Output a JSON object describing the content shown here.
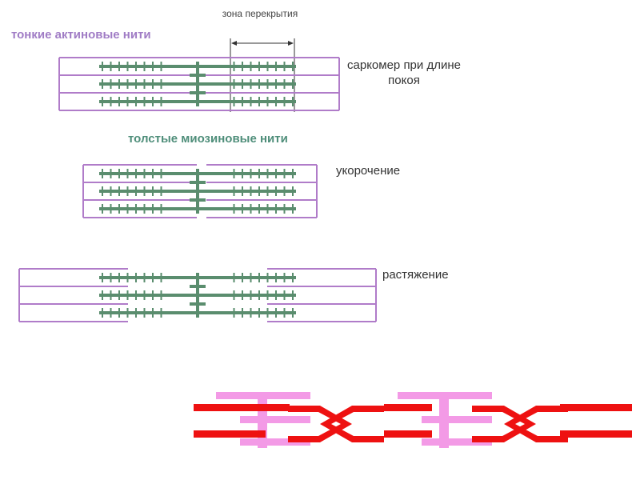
{
  "labels": {
    "thin_filaments": "тонкие актиновые нити",
    "thick_filaments": "толстые миозиновые нити",
    "overlap_zone": "зона перекрытия",
    "rest_length": "саркомер при длине покоя",
    "shortening": "укорочение",
    "stretching": "растяжение"
  },
  "colors": {
    "actin": "#b07cc9",
    "myosin": "#5a8d6e",
    "actin_label": "#a07cc5",
    "myosin_label": "#4f8e7a",
    "bottom_actin": "#f39ae6",
    "bottom_myosin": "#ee1111"
  }
}
